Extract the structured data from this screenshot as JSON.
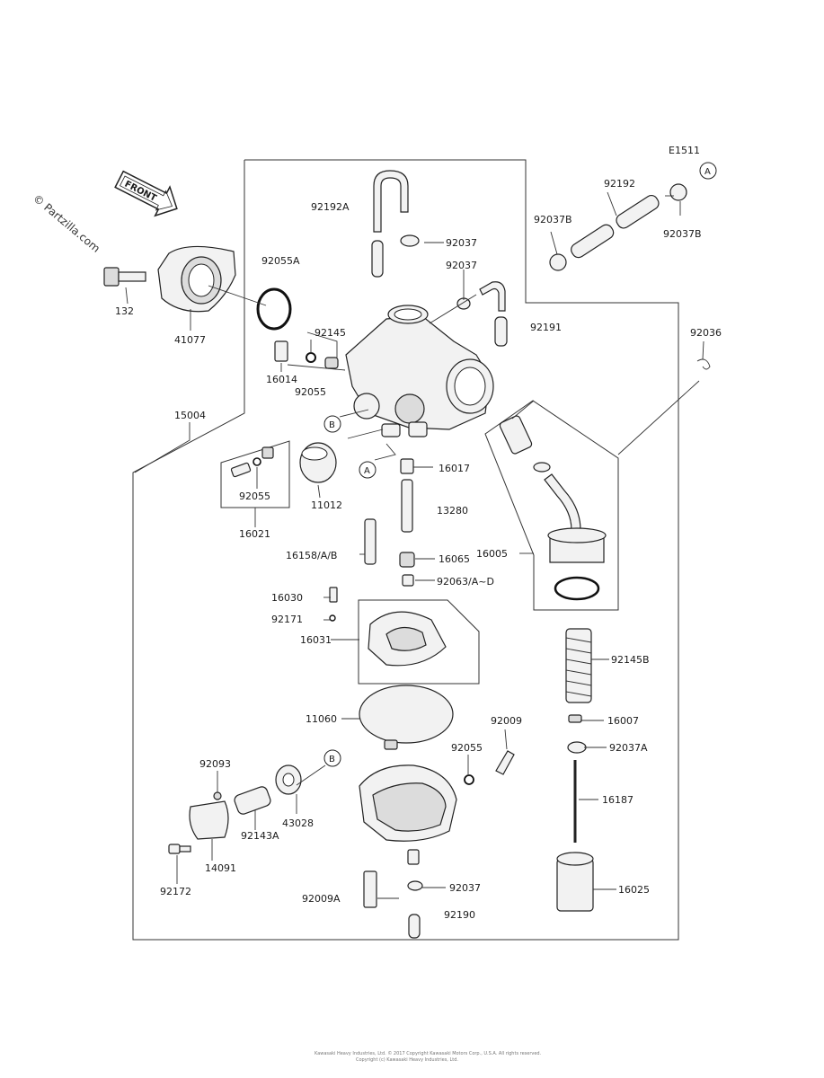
{
  "diagram_id": "E1511",
  "watermark": "© Partzilla.com",
  "front_label": "FRONT",
  "ref_markers": {
    "a": "A",
    "b": "B"
  },
  "footer_lines": [
    "Kawasaki  Heavy  Industries,  Ltd.  ©  2017   Copyright  Kawasaki  Motors  Corp.,  U.S.A.  All  rights  reserved.",
    "Copyright  (c)  Kawasaki  Heavy  Industries,  Ltd."
  ],
  "parts": {
    "p92192a": "92192A",
    "p92037_top": "92037",
    "p92037_mid": "92037",
    "p92055a": "92055A",
    "p132": "132",
    "p41077": "41077",
    "p92145": "92145",
    "p16014": "16014",
    "p92055_body": "92055",
    "p92191": "92191",
    "p92192": "92192",
    "p92037b_l": "92037B",
    "p92037b_r": "92037B",
    "p92036": "92036",
    "p15004": "15004",
    "p16017": "16017",
    "p13280": "13280",
    "p16158": "16158/A/B",
    "p16065": "16065",
    "p16005": "16005",
    "p92063": "92063/A~D",
    "p92055_kit": "92055",
    "p16021": "16021",
    "p11012": "11012",
    "p16030": "16030",
    "p92171": "92171",
    "p16031": "16031",
    "p92145b": "92145B",
    "p11060": "11060",
    "p92009": "92009",
    "p92055_bowl": "92055",
    "p16007": "16007",
    "p92037a": "92037A",
    "p92093": "92093",
    "p43028": "43028",
    "p92143a": "92143A",
    "p14091": "14091",
    "p92172": "92172",
    "p16187": "16187",
    "p92009a": "92009A",
    "p92037_bottom": "92037",
    "p92190": "92190",
    "p16025": "16025"
  }
}
